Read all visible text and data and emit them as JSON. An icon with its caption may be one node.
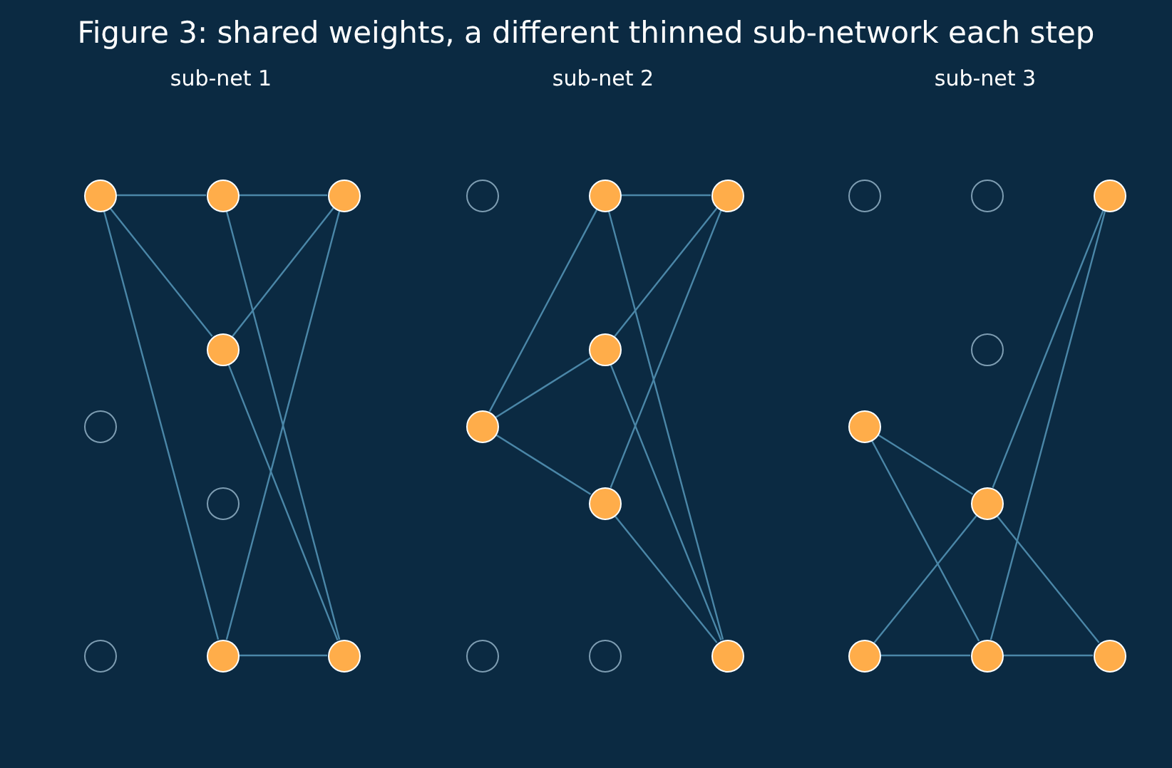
{
  "diagram": {
    "title": "Figure 3: shared weights, a different thinned sub-network each step",
    "nodes": [
      {
        "text": [],
        "shape": "circle"
      },
      {
        "text": [],
        "shape": "circle"
      },
      {
        "text": [],
        "shape": "circle"
      },
      {
        "text": [],
        "shape": "circle"
      },
      {
        "text": [],
        "shape": "circle"
      },
      {
        "text": [],
        "shape": "circle"
      },
      {
        "text": [],
        "shape": "circle"
      },
      {
        "text": [],
        "shape": "circle"
      },
      {
        "text": [],
        "shape": "circle"
      },
      {
        "text": [],
        "shape": "circle"
      },
      {
        "text": [],
        "shape": "circle"
      },
      {
        "text": [],
        "shape": "circle"
      },
      {
        "text": [],
        "shape": "circle"
      },
      {
        "text": [],
        "shape": "circle"
      },
      {
        "text": [],
        "shape": "circle"
      },
      {
        "text": [],
        "shape": "circle"
      },
      {
        "text": [],
        "shape": "circle"
      },
      {
        "text": [],
        "shape": "circle"
      },
      {
        "text": [],
        "shape": "circle"
      },
      {
        "text": [],
        "shape": "circle"
      },
      {
        "text": [],
        "shape": "circle"
      },
      {
        "text": [],
        "shape": "circle"
      },
      {
        "text": [],
        "shape": "circle"
      },
      {
        "text": [],
        "shape": "circle"
      },
      {
        "text": [],
        "shape": "circle"
      },
      {
        "text": [],
        "shape": "circle"
      },
      {
        "text": [],
        "shape": "circle"
      }
    ],
    "edges": [
      {
        "from": 0,
        "to": 3,
        "arrow": "none"
      },
      {
        "from": 3,
        "to": 7,
        "arrow": "none"
      },
      {
        "from": 0,
        "to": 4,
        "arrow": "none"
      },
      {
        "from": 0,
        "to": 6,
        "arrow": "none"
      },
      {
        "from": 3,
        "to": 8,
        "arrow": "none"
      },
      {
        "from": 7,
        "to": 4,
        "arrow": "none"
      },
      {
        "from": 7,
        "to": 6,
        "arrow": "none"
      },
      {
        "from": 4,
        "to": 8,
        "arrow": "none"
      },
      {
        "from": 6,
        "to": 8,
        "arrow": "none"
      },
      {
        "from": 12,
        "to": 16,
        "arrow": "none"
      },
      {
        "from": 10,
        "to": 12,
        "arrow": "none"
      },
      {
        "from": 10,
        "to": 13,
        "arrow": "none"
      },
      {
        "from": 10,
        "to": 14,
        "arrow": "none"
      },
      {
        "from": 12,
        "to": 17,
        "arrow": "none"
      },
      {
        "from": 16,
        "to": 13,
        "arrow": "none"
      },
      {
        "from": 16,
        "to": 14,
        "arrow": "none"
      },
      {
        "from": 13,
        "to": 17,
        "arrow": "none"
      },
      {
        "from": 14,
        "to": 17,
        "arrow": "none"
      },
      {
        "from": 19,
        "to": 23,
        "arrow": "none"
      },
      {
        "from": 19,
        "to": 24,
        "arrow": "none"
      },
      {
        "from": 20,
        "to": 23,
        "arrow": "none"
      },
      {
        "from": 20,
        "to": 24,
        "arrow": "none"
      },
      {
        "from": 24,
        "to": 26,
        "arrow": "none"
      },
      {
        "from": 25,
        "to": 23,
        "arrow": "none"
      },
      {
        "from": 25,
        "to": 24,
        "arrow": "none"
      },
      {
        "from": 23,
        "to": 26,
        "arrow": "none"
      }
    ],
    "labels": [
      "sub-net 1",
      "sub-net 2",
      "sub-net 3"
    ]
  }
}
